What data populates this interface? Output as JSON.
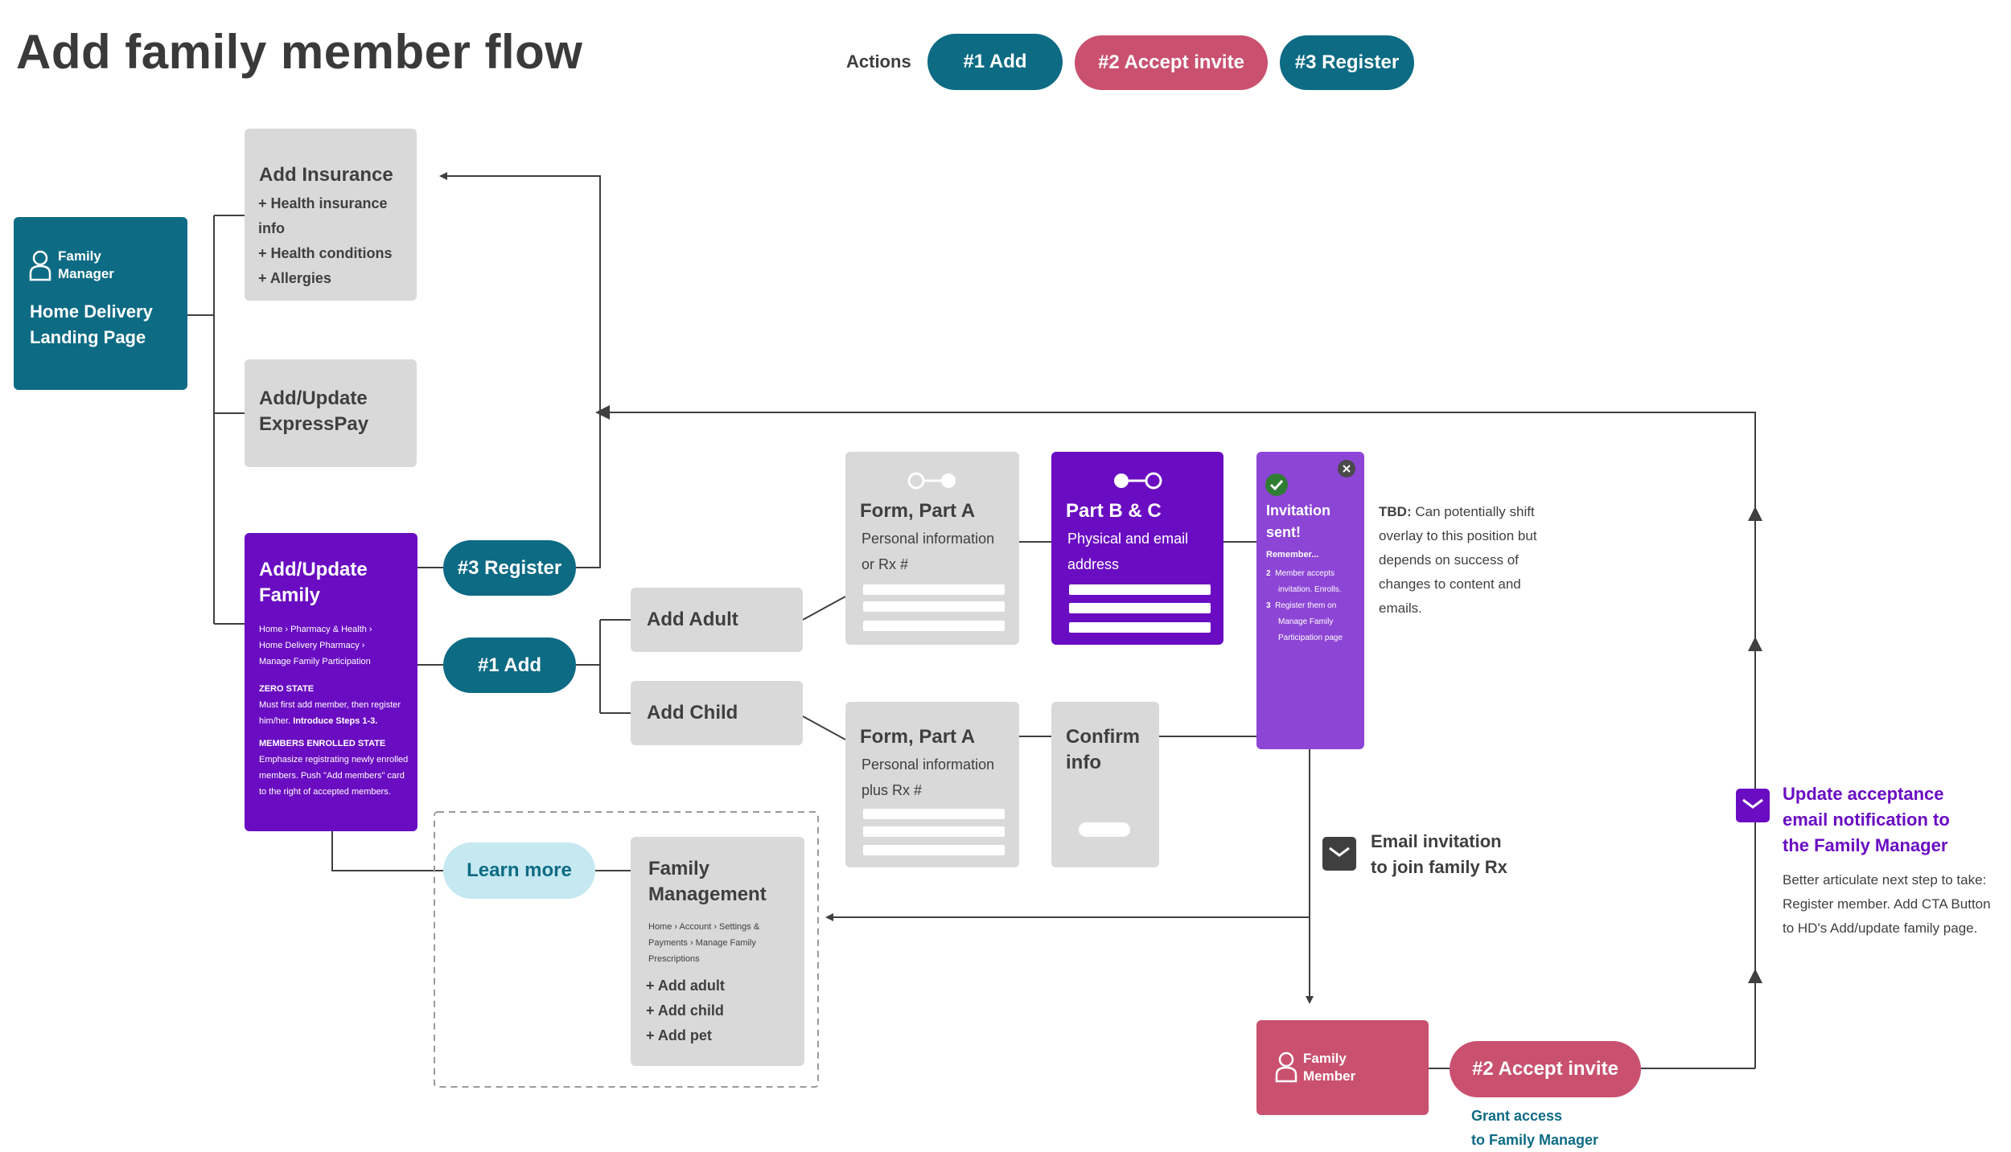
{
  "title": "Add family member flow",
  "actions": {
    "label": "Actions",
    "add": "#1 Add",
    "accept": "#2 Accept invite",
    "register": "#3 Register"
  },
  "colors": {
    "teal": "#0d6b84",
    "pink": "#c9516f",
    "purple": "#6a0dc2",
    "violet": "#8d45d6",
    "grey": "#d9d9d9",
    "light_blue": "#c5e8f1"
  },
  "family_manager": {
    "role_line1": "Family",
    "role_line2": "Manager",
    "page_line1": "Home Delivery",
    "page_line2": "Landing Page",
    "icon": "person-icon"
  },
  "add_insurance": {
    "title": "Add Insurance",
    "items": [
      "+ Health insurance info",
      "+ Health conditions",
      "+ Allergies"
    ]
  },
  "expresspay": {
    "line1": "Add/Update",
    "line2": "ExpressPay"
  },
  "update_family": {
    "line1": "Add/Update",
    "line2": "Family",
    "breadcrumb1": "Home › Pharmacy & Health ›",
    "breadcrumb2": "Home Delivery Pharmacy ›",
    "breadcrumb3": "Manage Family Participation",
    "zero_title": "ZERO STATE",
    "zero1": "Must first add member, then register",
    "zero2": "him/her.",
    "zero2_bold": "Introduce Steps 1-3.",
    "enrolled_title": "MEMBERS ENROLLED STATE",
    "enrolled1": "Emphasize registrating newly enrolled",
    "enrolled2": "members. Push \"Add members\" card",
    "enrolled3": "to the right of accepted members."
  },
  "register_pill": "#3 Register",
  "add_pill": "#1 Add",
  "add_adult": "Add Adult",
  "add_child": "Add Child",
  "form_adult": {
    "title": "Form, Part A",
    "line1": "Personal information",
    "line2": "or Rx #",
    "icon": "step-indicator-icon"
  },
  "part_bc": {
    "title": "Part B & C",
    "line1": "Physical and email",
    "line2": "address",
    "icon": "step-indicator-icon"
  },
  "invitation": {
    "line1": "Invitation",
    "line2": "sent!",
    "remember": "Remember...",
    "step2_num": "2",
    "step2_a": "Member accepts",
    "step2_b": "invitation. Enrolls.",
    "step3_num": "3",
    "step3_a": "Register them on",
    "step3_b": "Manage Family",
    "step3_c": "Participation page",
    "check_icon": "check-icon",
    "close_icon": "close-icon"
  },
  "tbd": {
    "label": "TBD:",
    "line1": " Can potentially shift",
    "line2": "overlay to this position but",
    "line3": "depends on success of",
    "line4": "changes to content and",
    "line5": "emails."
  },
  "form_child": {
    "title": "Form, Part A",
    "line1": "Personal information",
    "line2": "plus Rx #"
  },
  "confirm": {
    "line1": "Confirm",
    "line2": "info"
  },
  "learn_more": "Learn more",
  "family_mgmt": {
    "line1": "Family",
    "line2": "Management",
    "crumb1": "Home › Account › Settings &",
    "crumb2": "Payments › Manage Family",
    "crumb3": "Prescriptions",
    "items": [
      "+ Add adult",
      "+ Add child",
      "+ Add pet"
    ]
  },
  "email_invite": {
    "line1": "Email invitation",
    "line2": "to join family Rx",
    "icon": "envelope-icon"
  },
  "update_accept": {
    "line1": "Update acceptance",
    "line2": "email notification to",
    "line3": "the Family Manager",
    "note1": "Better articulate next step to take:",
    "note2": "Register member. Add CTA Button",
    "note3": "to HD's Add/update family page.",
    "icon": "envelope-icon"
  },
  "family_member": {
    "line1": "Family",
    "line2": "Member",
    "icon": "person-icon"
  },
  "accept_pill": "#2 Accept invite",
  "grant": {
    "line1": "Grant access",
    "line2": "to Family Manager"
  }
}
